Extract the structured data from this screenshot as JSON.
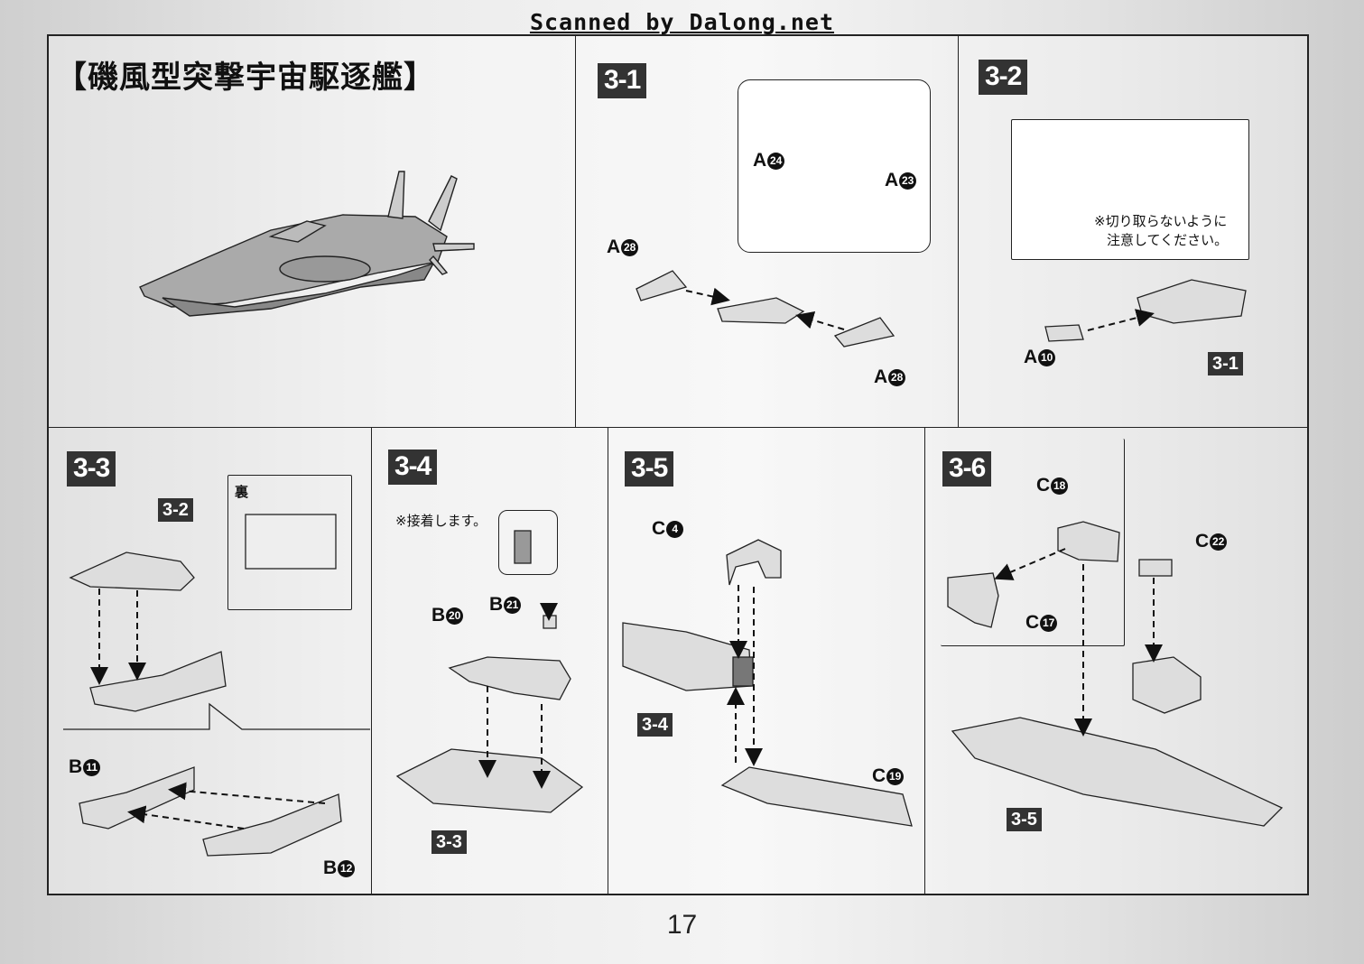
{
  "watermark": "Scanned by Dalong.net",
  "title": "【磯風型突撃宇宙駆逐艦】",
  "page_number": "17",
  "steps": {
    "s31": {
      "label": "3-1",
      "parts": {
        "a24": {
          "letter": "A",
          "num": "24"
        },
        "a23": {
          "letter": "A",
          "num": "23"
        },
        "a28a": {
          "letter": "A",
          "num": "28"
        },
        "a28b": {
          "letter": "A",
          "num": "28"
        }
      }
    },
    "s32": {
      "label": "3-2",
      "note_line1": "※切り取らないように",
      "note_line2": "注意してください。",
      "ref": "3-1",
      "parts": {
        "a10": {
          "letter": "A",
          "num": "10"
        }
      }
    },
    "s33": {
      "label": "3-3",
      "ref": "3-2",
      "back_label": "裏",
      "parts": {
        "b11": {
          "letter": "B",
          "num": "11"
        },
        "b12": {
          "letter": "B",
          "num": "12"
        }
      }
    },
    "s34": {
      "label": "3-4",
      "note": "※接着します。",
      "ref": "3-3",
      "parts": {
        "b20": {
          "letter": "B",
          "num": "20"
        },
        "b21": {
          "letter": "B",
          "num": "21"
        }
      }
    },
    "s35": {
      "label": "3-5",
      "ref": "3-4",
      "parts": {
        "c4": {
          "letter": "C",
          "num": "4"
        },
        "c19": {
          "letter": "C",
          "num": "19"
        }
      }
    },
    "s36": {
      "label": "3-6",
      "ref": "3-5",
      "parts": {
        "c18": {
          "letter": "C",
          "num": "18"
        },
        "c22": {
          "letter": "C",
          "num": "22"
        },
        "c17": {
          "letter": "C",
          "num": "17"
        }
      }
    }
  }
}
